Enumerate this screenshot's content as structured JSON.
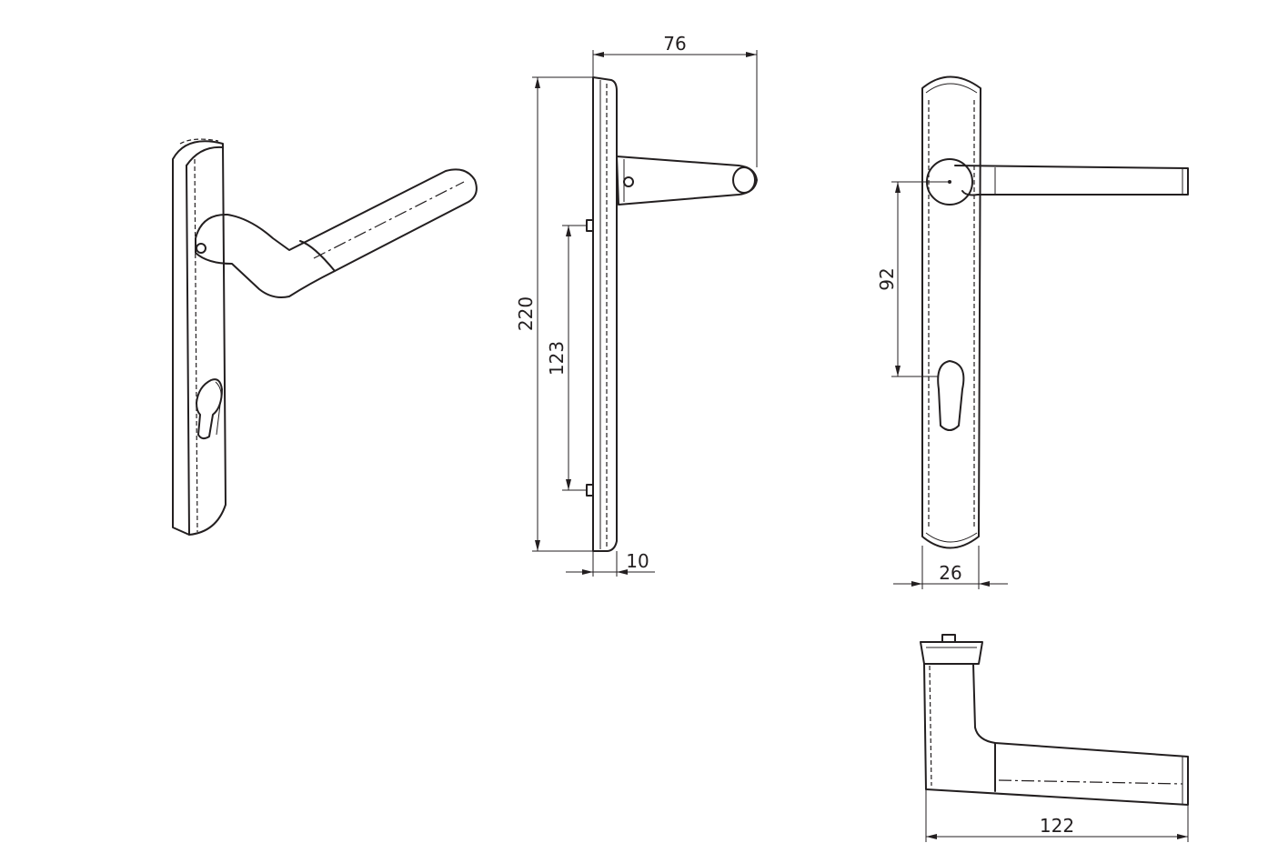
{
  "dimensions": {
    "d76": "76",
    "d220": "220",
    "d123": "123",
    "d10": "10",
    "d92": "92",
    "d26": "26",
    "d122": "122"
  }
}
